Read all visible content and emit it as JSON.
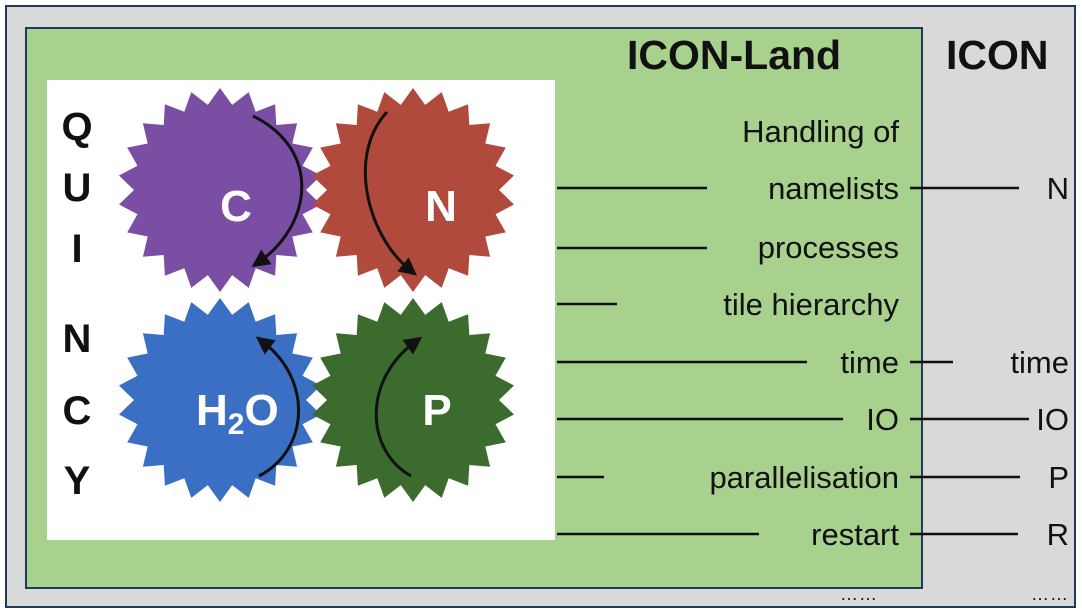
{
  "left_panel": {
    "title": "ICON-Land",
    "header_line": "Handling of",
    "items": [
      "namelists",
      "processes",
      "tile hierarchy",
      "time",
      "IO",
      "parallelisation",
      "restart"
    ],
    "ellipsis": "……"
  },
  "right_panel": {
    "title": "ICON",
    "items": [
      "N",
      "time",
      "IO",
      "P",
      "R"
    ],
    "ellipsis": "……"
  },
  "logo": {
    "acronym_letters": [
      "Q",
      "U",
      "I",
      "N",
      "C",
      "Y"
    ],
    "gears": [
      {
        "label": "C",
        "color": "#7a4ea3"
      },
      {
        "label": "N",
        "color": "#b04a3c"
      },
      {
        "label_main": "H",
        "label_sub": "2",
        "label_tail": "O",
        "color": "#3a6fc4"
      },
      {
        "label": "P",
        "color": "#3c6b2e"
      }
    ]
  },
  "colors": {
    "panel_background": "#d9d9d9",
    "land_background": "#a9d18e",
    "border": "#1f3a5f"
  }
}
